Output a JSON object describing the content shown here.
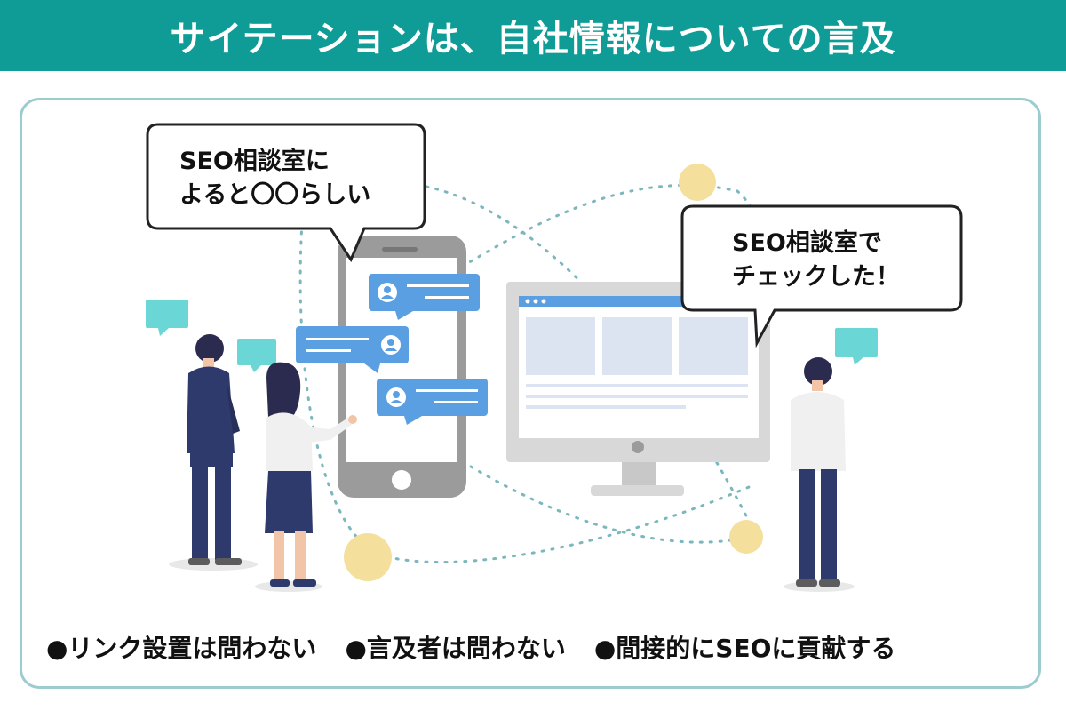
{
  "header": {
    "title": "サイテーションは、自社情報についての言及"
  },
  "bubbles": {
    "left": "SEO相談室に\nよると〇〇らしい",
    "right": "SEO相談室で\nチェックした！"
  },
  "bullets": [
    "●リンク設置は問わない",
    "●言及者は問わない",
    "●間接的にSEOに貢献する"
  ],
  "colors": {
    "teal": "#109c96",
    "frame": "#9ccbd0",
    "chat_blue": "#5b9fe3",
    "chat_teal": "#6bd6d6",
    "dot_yellow": "#f5df9c",
    "navy": "#2e3a6c"
  }
}
